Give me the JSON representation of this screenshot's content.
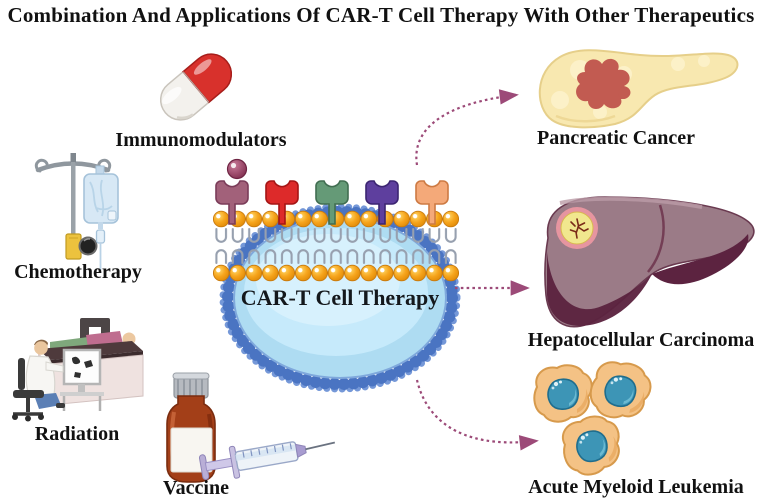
{
  "title": "Combination And Applications Of CAR-T Cell Therapy With Other Therapeutics",
  "center_cell": {
    "label": "CAR-T Cell Therapy",
    "membrane_color": "#4a74c2",
    "cytoplasm_color": "#aedcf2",
    "lipid_head_color": "#f6a41c",
    "receptor_colors": [
      "#a2617a",
      "#dd2a2a",
      "#659a77",
      "#5e3f9e",
      "#f4a979"
    ],
    "antigen_color": "#8a3558"
  },
  "therapies": [
    {
      "label": "Immunomodulators",
      "icon": "capsule-icon"
    },
    {
      "label": "Chemotherapy",
      "icon": "iv-drip-icon"
    },
    {
      "label": "Radiation",
      "icon": "radiotherapy-machine-icon"
    },
    {
      "label": "Vaccine",
      "icon": "vial-syringe-icon"
    }
  ],
  "applications": [
    {
      "label": "Pancreatic Cancer",
      "icon": "pancreas-icon"
    },
    {
      "label": "Hepatocellular Carcinoma",
      "icon": "liver-icon"
    },
    {
      "label": "Acute Myeloid Leukemia",
      "icon": "leukemia-cells-icon"
    }
  ],
  "colors": {
    "arrow": "#9c4a78",
    "title_text": "#111111",
    "capsule_red": "#d8312c",
    "pancreas": "#f8e8b0",
    "pancreas_tumor": "#c25b51",
    "liver": "#9b7b87",
    "liver_dark_lobe": "#5c2340",
    "liver_lesion": "#f1e78e",
    "aml_cell_body": "#f4c285",
    "aml_cell_nucleus": "#3d95b6",
    "vial_glass": "#a33f18",
    "iv_bag": "#d7e8f5"
  }
}
